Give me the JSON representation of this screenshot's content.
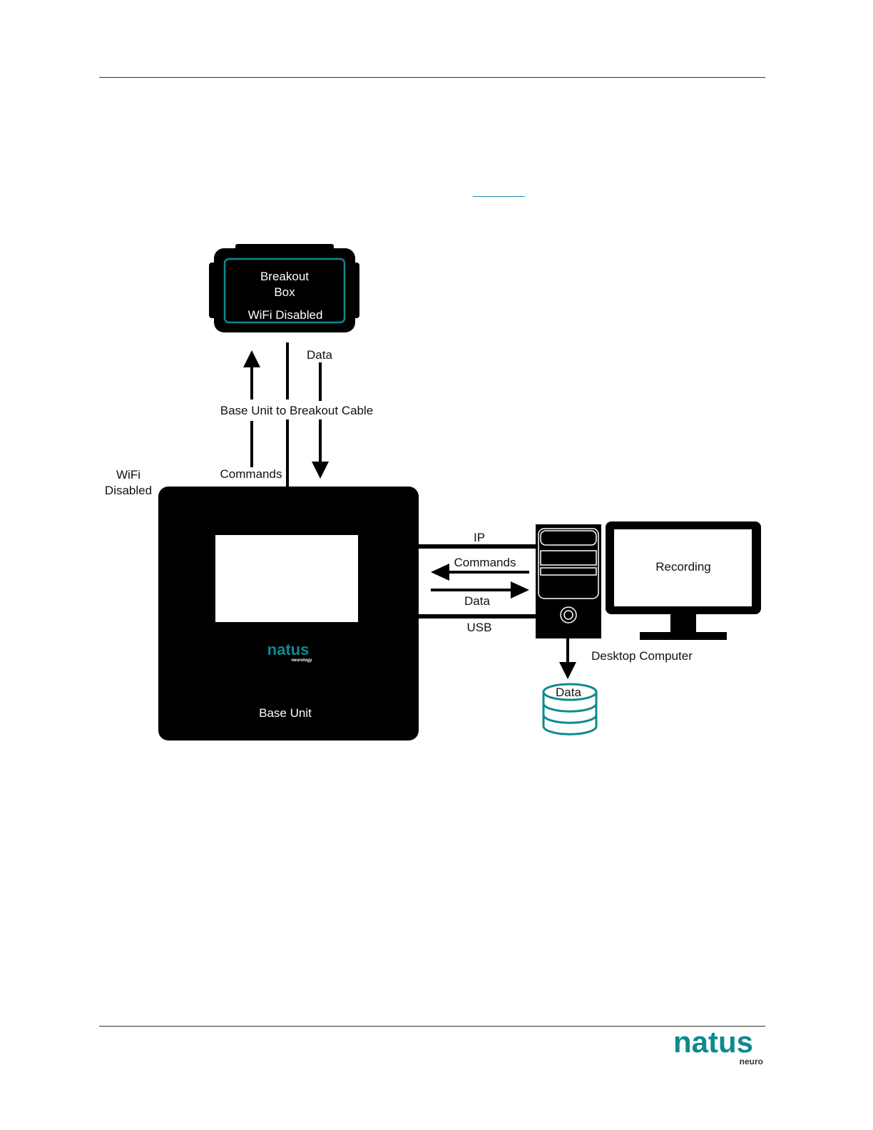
{
  "colors": {
    "brand": "#0e8a8f",
    "device": "#000000",
    "link": "#1a8fb0"
  },
  "diagram": {
    "breakout_box": {
      "line1": "Breakout",
      "line2": "Box",
      "status": "WiFi Disabled"
    },
    "cable_label": "Base Unit to Breakout Cable",
    "commands_label": "Commands",
    "data_label": "Data",
    "wifi_label_line1": "WiFi",
    "wifi_label_line2": "Disabled",
    "base_unit": {
      "logo_text": "natus",
      "logo_sub": "neurology",
      "label": "Base Unit"
    },
    "link": {
      "ip": "IP",
      "commands": "Commands",
      "data": "Data",
      "usb": "USB"
    },
    "computer": {
      "monitor_text": "Recording",
      "label": "Desktop Computer"
    },
    "storage_label": "Data"
  },
  "footer": {
    "logo_text": "natus",
    "logo_sub": "neuro",
    "icons": [
      "natus-logo-icon",
      "database-icon",
      "desktop-computer-icon",
      "monitor-icon"
    ]
  }
}
